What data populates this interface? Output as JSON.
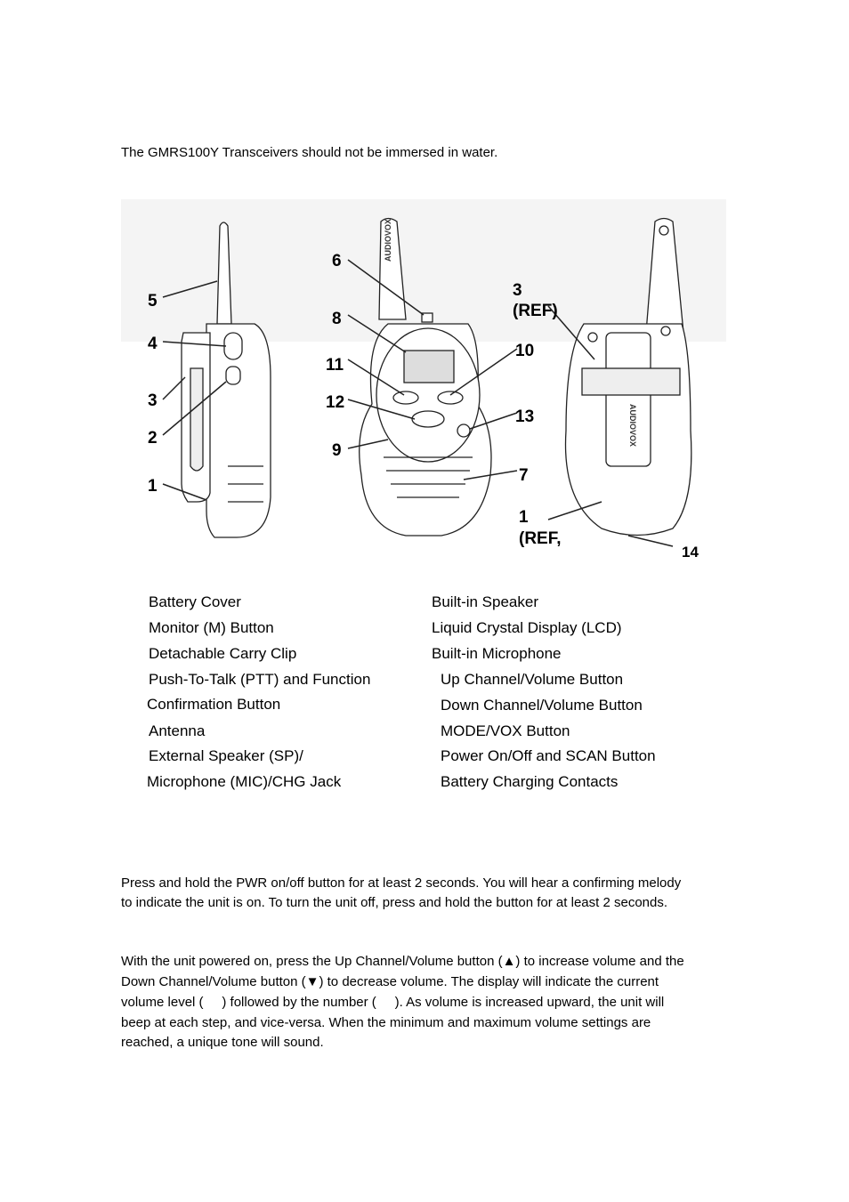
{
  "intro": "The GMRS100Y Transceivers should not be immersed in water.",
  "diagram": {
    "callouts": {
      "c1": "1",
      "c2": "2",
      "c3": "3",
      "c4": "4",
      "c5": "5",
      "c6": "6",
      "c7": "7",
      "c8": "8",
      "c9": "9",
      "c10": "10",
      "c11": "11",
      "c12": "12",
      "c13": "13",
      "c14": "14",
      "c3ref": "3",
      "c3ref_tag": "(REF)",
      "c1ref": "1",
      "c1ref_tag": "(REF,"
    },
    "brand": "AUDIOVOX"
  },
  "parts_left": [
    "Battery Cover",
    "Monitor (M) Button",
    "Detachable Carry Clip",
    "Push-To-Talk (PTT) and Function",
    "Confirmation Button",
    "Antenna",
    "External Speaker (SP)/",
    "Microphone (MIC)/CHG Jack"
  ],
  "parts_right": [
    "Built-in Speaker",
    "Liquid Crystal Display (LCD)",
    "Built-in Microphone",
    "Up Channel/Volume Button",
    "Down Channel/Volume Button",
    "MODE/VOX Button",
    "Power On/Off and SCAN Button",
    "Battery Charging Contacts"
  ],
  "power_text": [
    "Press and hold the PWR on/off button for at least 2 seconds. You will hear a confirming melody",
    "to indicate the unit is on. To turn the unit off, press and hold the button for at least 2 seconds."
  ],
  "volume_text": [
    "With the unit powered on, press the Up Channel/Volume button (▲) to increase volume and the",
    "Down Channel/Volume button (▼) to decrease volume. The display will indicate the current",
    "volume level (     ) followed by the number (     ). As volume is increased upward, the unit will",
    "beep at each step, and vice-versa. When the minimum and maximum volume settings are",
    "reached, a unique tone will sound."
  ]
}
